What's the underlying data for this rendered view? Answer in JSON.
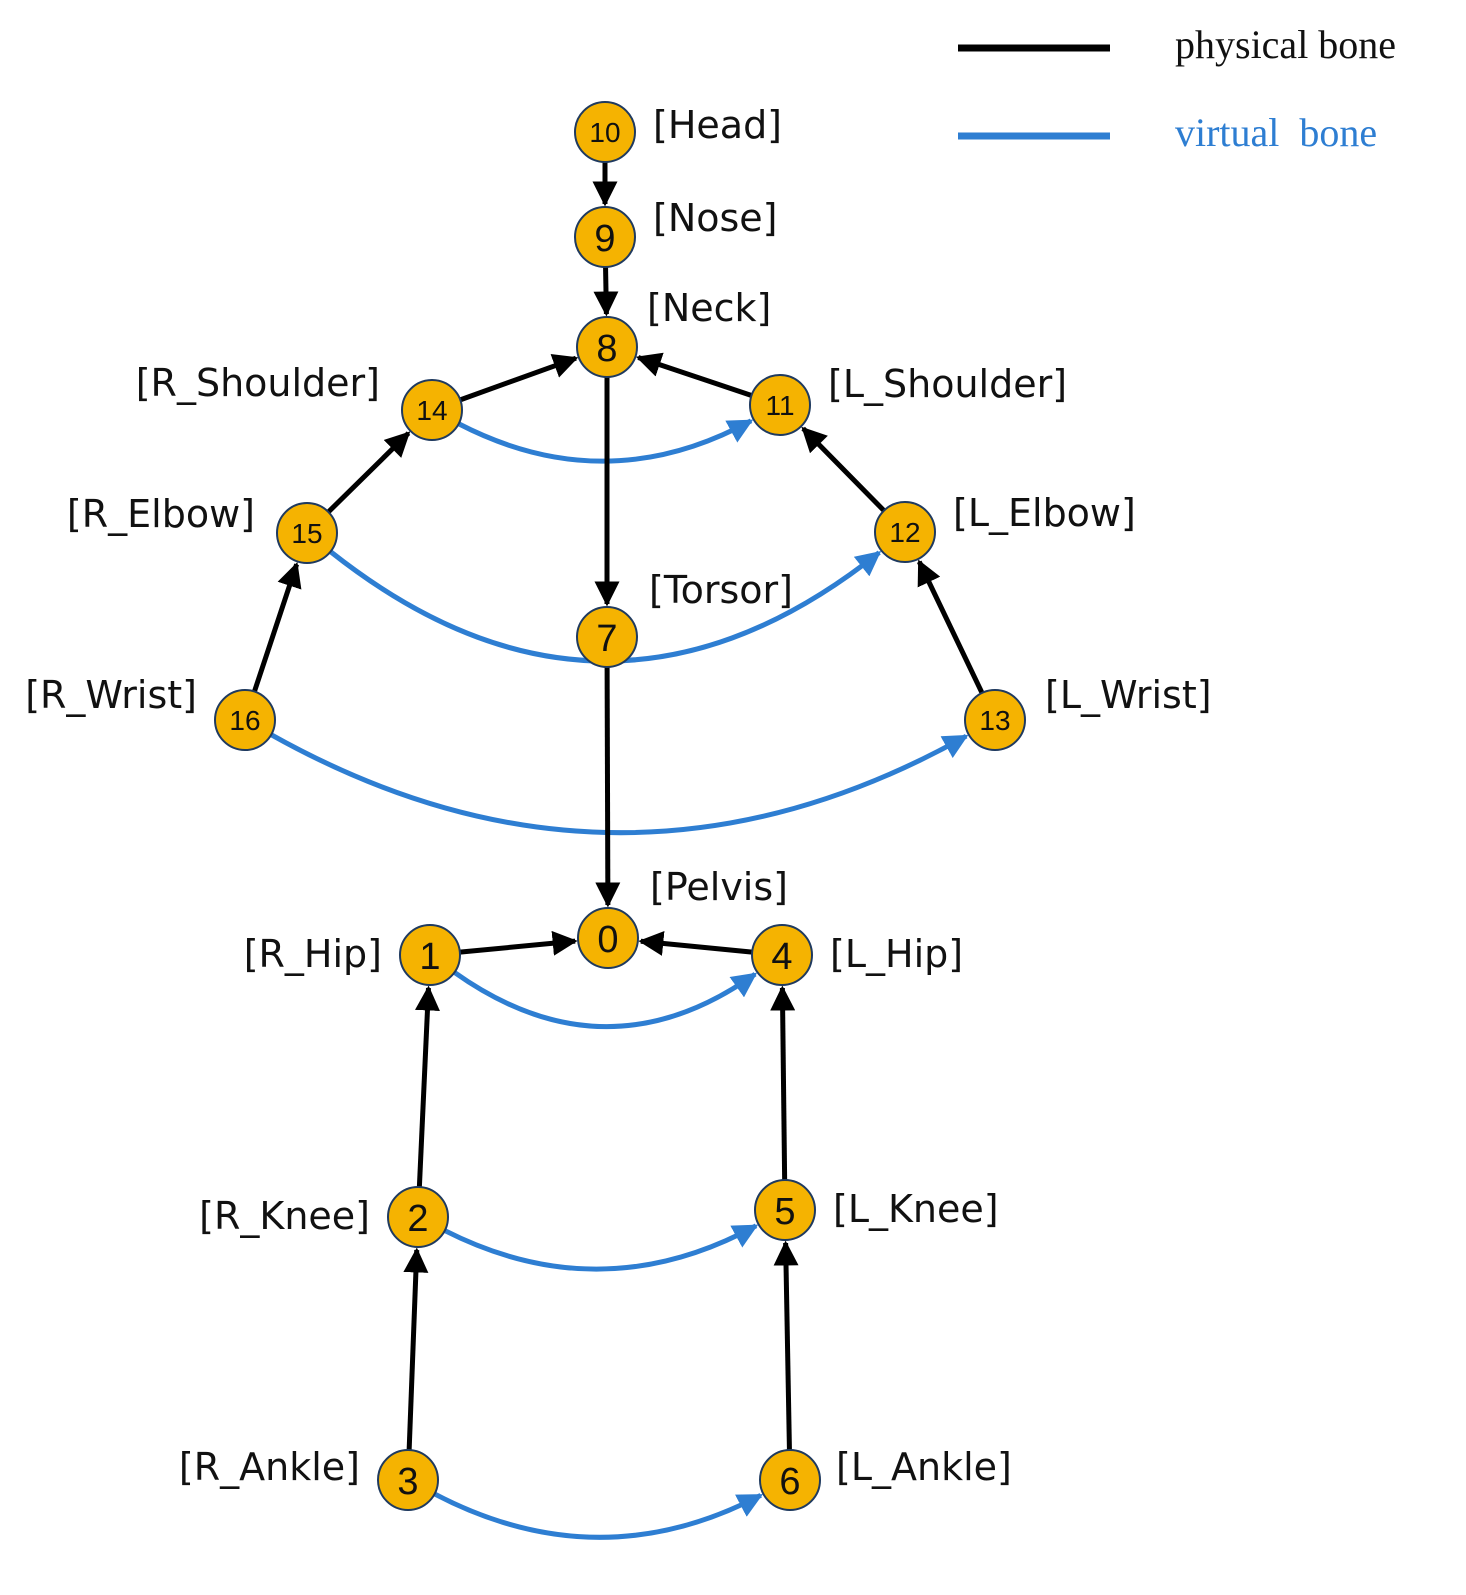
{
  "colors": {
    "physical": "#000000",
    "virtual": "#2e7ed2",
    "node_fill": "#f5b301",
    "node_stroke": "#1f3a5f"
  },
  "legend": {
    "physical_label": "physical bone",
    "virtual_label": "virtual bone"
  },
  "nodes": [
    {
      "id": 0,
      "label": "[Pelvis]"
    },
    {
      "id": 1,
      "label": "[R_Hip]"
    },
    {
      "id": 2,
      "label": "[R_Knee]"
    },
    {
      "id": 3,
      "label": "[R_Ankle]"
    },
    {
      "id": 4,
      "label": "[L_Hip]"
    },
    {
      "id": 5,
      "label": "[L_Knee]"
    },
    {
      "id": 6,
      "label": "[L_Ankle]"
    },
    {
      "id": 7,
      "label": "[Torsor]"
    },
    {
      "id": 8,
      "label": "[Neck]"
    },
    {
      "id": 9,
      "label": "[Nose]"
    },
    {
      "id": 10,
      "label": "[Head]"
    },
    {
      "id": 11,
      "label": "[L_Shoulder]"
    },
    {
      "id": 12,
      "label": "[L_Elbow]"
    },
    {
      "id": 13,
      "label": "[L_Wrist]"
    },
    {
      "id": 14,
      "label": "[R_Shoulder]"
    },
    {
      "id": 15,
      "label": "[R_Elbow]"
    },
    {
      "id": 16,
      "label": "[R_Wrist]"
    }
  ],
  "physical_bones": [
    {
      "from": 10,
      "to": 9
    },
    {
      "from": 9,
      "to": 8
    },
    {
      "from": 14,
      "to": 8
    },
    {
      "from": 11,
      "to": 8
    },
    {
      "from": 8,
      "to": 7
    },
    {
      "from": 15,
      "to": 14
    },
    {
      "from": 12,
      "to": 11
    },
    {
      "from": 16,
      "to": 15
    },
    {
      "from": 13,
      "to": 12
    },
    {
      "from": 7,
      "to": 0
    },
    {
      "from": 1,
      "to": 0
    },
    {
      "from": 4,
      "to": 0
    },
    {
      "from": 2,
      "to": 1
    },
    {
      "from": 5,
      "to": 4
    },
    {
      "from": 3,
      "to": 2
    },
    {
      "from": 6,
      "to": 5
    }
  ],
  "virtual_bones": [
    {
      "from": 14,
      "to": 11
    },
    {
      "from": 15,
      "to": 12
    },
    {
      "from": 16,
      "to": 13
    },
    {
      "from": 1,
      "to": 4
    },
    {
      "from": 2,
      "to": 5
    },
    {
      "from": 3,
      "to": 6
    }
  ]
}
